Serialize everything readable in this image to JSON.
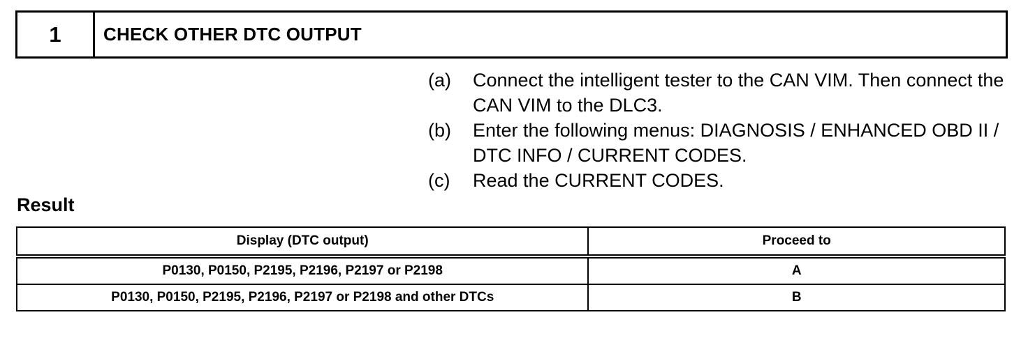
{
  "step": {
    "number": "1",
    "title": "CHECK OTHER DTC OUTPUT"
  },
  "instructions": [
    {
      "marker": "(a)",
      "text": "Connect the intelligent tester to the CAN VIM. Then connect the CAN VIM to the DLC3."
    },
    {
      "marker": "(b)",
      "text": "Enter the following menus: DIAGNOSIS / ENHANCED OBD II / DTC INFO / CURRENT CODES."
    },
    {
      "marker": "(c)",
      "text": "Read the CURRENT CODES."
    }
  ],
  "result": {
    "heading": "Result",
    "columns": [
      "Display (DTC output)",
      "Proceed to"
    ],
    "rows": [
      [
        "P0130, P0150, P2195, P2196, P2197 or P2198",
        "A"
      ],
      [
        "P0130, P0150, P2195, P2196, P2197 or P2198 and other DTCs",
        "B"
      ]
    ]
  }
}
